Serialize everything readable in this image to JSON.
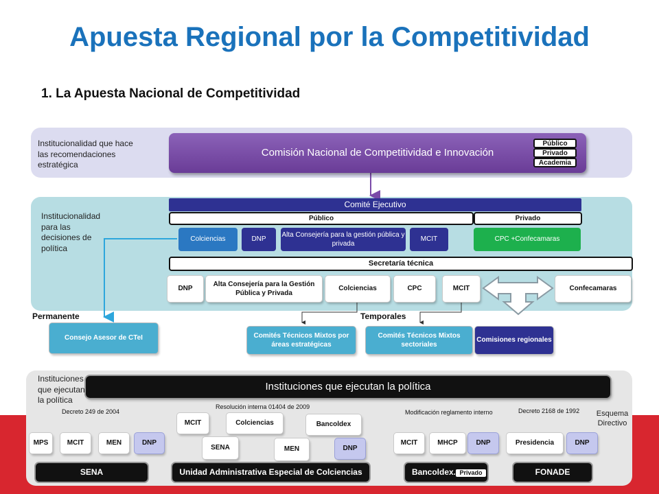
{
  "title": "Apuesta Regional por la Competitividad",
  "subtitle": "1.  La Apuesta Nacional de Competitividad",
  "top_band": {
    "label": "Institucionalidad que hace las recomendaciones estratégica",
    "main_box": "Comisión Nacional de Competitividad e Innovación",
    "tags": [
      "Público",
      "Privado",
      "Academia"
    ]
  },
  "mid_band": {
    "label": "Institucionalidad para las decisiones de política",
    "comite": "Comité Ejecutivo",
    "publico": "Público",
    "privado": "Privado",
    "colciencias": "Colciencias",
    "dnp": "DNP",
    "alta_consejeria": "Alta Consejería para la gestión pública y privada",
    "mcit": "MCIT",
    "cpc": "CPC +Confecamaras",
    "secretaria": "Secretaría técnica",
    "st_dnp": "DNP",
    "st_alta": "Alta Consejería  para la Gestión Pública y Privada",
    "st_colciencias": "Colciencias",
    "st_cpc": "CPC",
    "st_mcit": "MCIT",
    "st_confecamaras": "Confecamaras"
  },
  "permanente": {
    "label": "Permanente",
    "consejo": "Consejo Asesor de CTeI"
  },
  "temporales": {
    "label": "Temporales",
    "comites_areas": "Comités Técnicos Mixtos por áreas estratégicas",
    "comites_sectoriales": "Comités Técnicos Mixtos sectoriales",
    "comisiones": "Comisiones regionales"
  },
  "bottom_band": {
    "label": "Instituciones que ejecutan la política",
    "bar": "Instituciones que ejecutan la política",
    "decreto_2004": "Decreto 249 de 2004",
    "resolucion_2009": "Resolución interna 01404 de 2009",
    "modificacion": "Modificación reglamento interno",
    "decreto_1992": "Decreto 2168 de 1992",
    "esquema": "Esquema Directivo",
    "sena_group": [
      "MPS",
      "MCIT",
      "MEN",
      "DNP"
    ],
    "colciencias_group": [
      "MCIT",
      "Colciencias",
      "Bancoldex",
      "SENA",
      "MEN",
      "DNP"
    ],
    "bancoldex_group": [
      "MCIT",
      "MHCP",
      "DNP"
    ],
    "fonade_group": [
      "Presidencia",
      "DNP"
    ],
    "sena": "SENA",
    "uae": "Unidad Administrativa Especial de Colciencias",
    "bancoldex": "Bancoldex.",
    "bancoldex_tag": "Privado",
    "fonade": "FONADE"
  },
  "colors": {
    "title": "#1a72bb",
    "red": "#d8262f",
    "purple": "#6a3c97",
    "navy": "#2e3192",
    "blue": "#2b78c2",
    "green": "#1db04d",
    "teal": "#4aaed0"
  }
}
